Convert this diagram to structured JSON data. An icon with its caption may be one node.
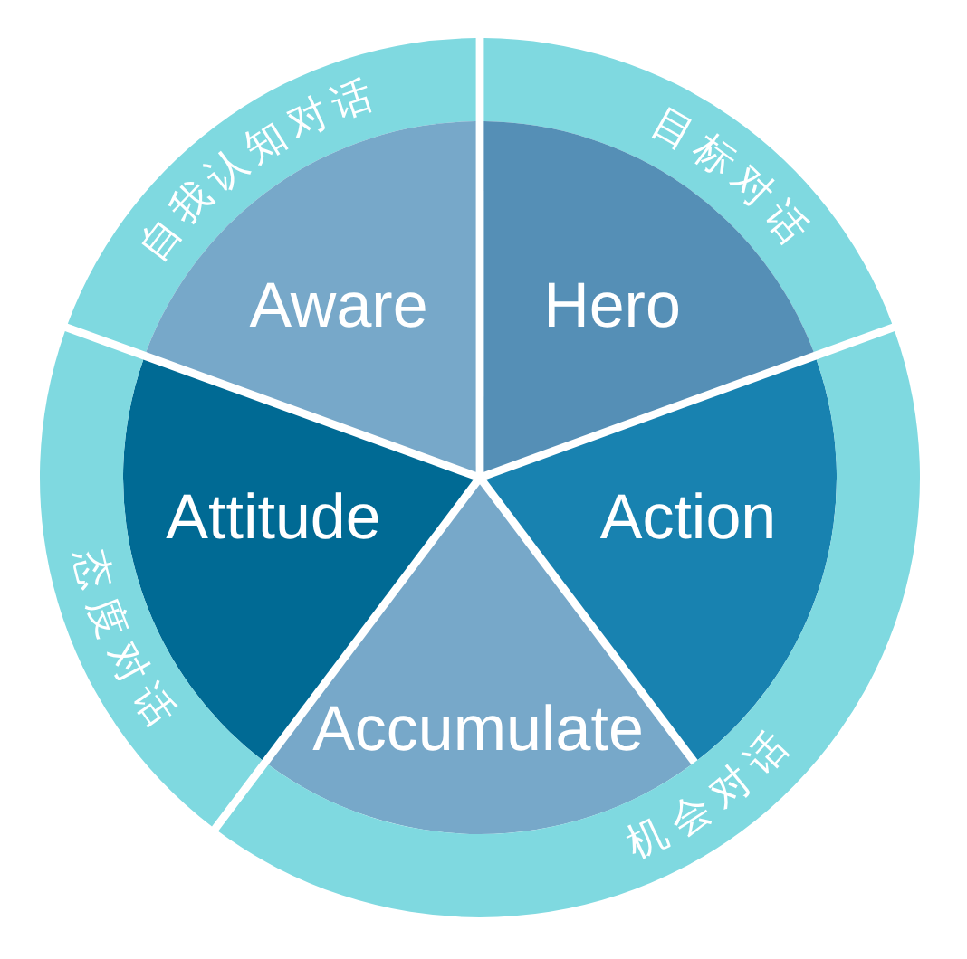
{
  "diagram": {
    "nodes": [
      {
        "text": [
          "自我认知对话"
        ]
      },
      {
        "text": [
          "目标对话"
        ]
      },
      {
        "text": [
          "Aware"
        ]
      },
      {
        "text": [
          "Hero"
        ]
      },
      {
        "text": [
          "Attitude"
        ]
      },
      {
        "text": [
          "Action"
        ]
      },
      {
        "text": [
          "态度对话"
        ]
      },
      {
        "text": [
          "Accumulate"
        ]
      },
      {
        "text": [
          "机会对话"
        ]
      }
    ]
  }
}
